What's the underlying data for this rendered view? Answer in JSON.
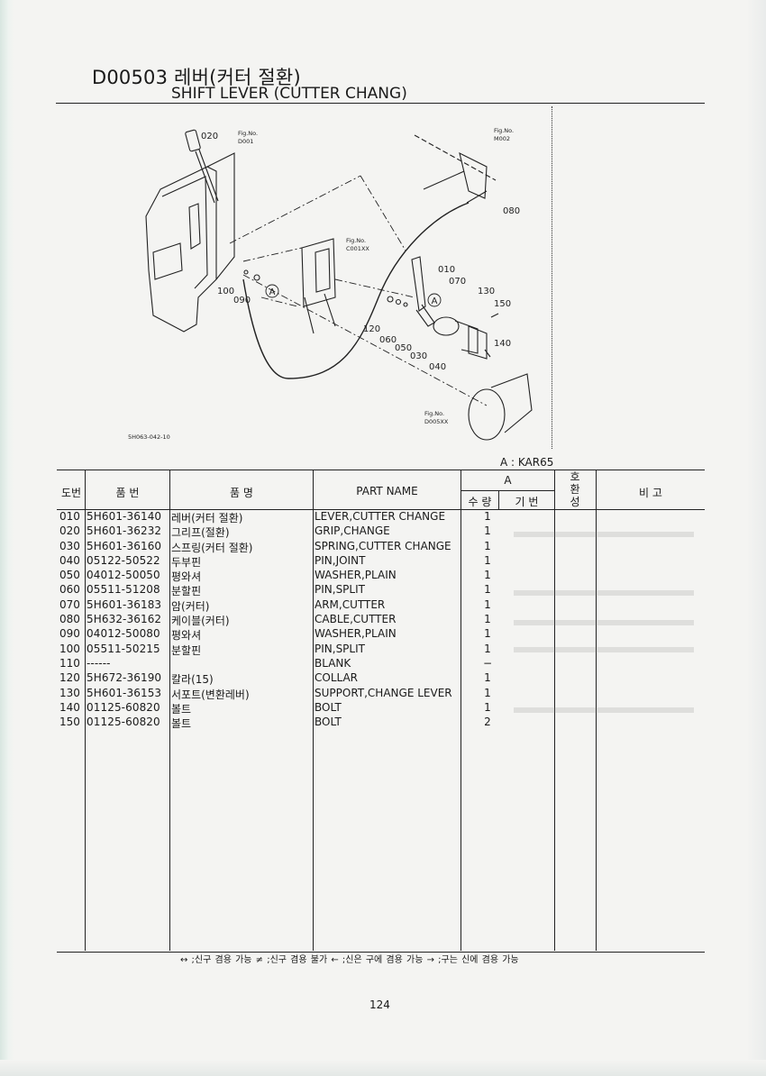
{
  "header": {
    "code_title": "D00503 레버(커터 절환)",
    "subtitle": "SHIFT LEVER (CUTTER CHANG)"
  },
  "diagram": {
    "callouts": [
      "020",
      "080",
      "010",
      "070",
      "130",
      "150",
      "140",
      "120",
      "060",
      "050",
      "030",
      "040",
      "100",
      "090"
    ],
    "fig_refs": [
      {
        "label": "Fig.No.",
        "code": "D001"
      },
      {
        "label": "Fig.No.",
        "code": "M002"
      },
      {
        "label": "Fig.No.",
        "code": "C001XX"
      },
      {
        "label": "Fig.No.",
        "code": "D005XX"
      }
    ],
    "circle_marker": "A",
    "drawing_code": "5H063-042-10"
  },
  "variant": "A : KAR65",
  "table": {
    "headers": {
      "no": "도번",
      "part_no": "품 번",
      "name_kr": "품 명",
      "part_name": "PART NAME",
      "group_a": "A",
      "qty": "수 량",
      "base_no": "기 번",
      "exchange": "호 환 성",
      "remarks": "비 고"
    },
    "rows": [
      {
        "no": "010",
        "part_no": "5H601-36140",
        "name_kr": "레버(커터 절환)",
        "part_name": "LEVER,CUTTER CHANGE",
        "qty": "1"
      },
      {
        "no": "020",
        "part_no": "5H601-36232",
        "name_kr": "그리프(절환)",
        "part_name": "GRIP,CHANGE",
        "qty": "1"
      },
      {
        "no": "030",
        "part_no": "5H601-36160",
        "name_kr": "스프링(커터 절환)",
        "part_name": "SPRING,CUTTER CHANGE",
        "qty": "1"
      },
      {
        "no": "040",
        "part_no": "05122-50522",
        "name_kr": "두부핀",
        "part_name": "PIN,JOINT",
        "qty": "1"
      },
      {
        "no": "050",
        "part_no": "04012-50050",
        "name_kr": "평와셔",
        "part_name": "WASHER,PLAIN",
        "qty": "1"
      },
      {
        "no": "060",
        "part_no": "05511-51208",
        "name_kr": "분할핀",
        "part_name": "PIN,SPLIT",
        "qty": "1"
      },
      {
        "no": "070",
        "part_no": "5H601-36183",
        "name_kr": "암(커터)",
        "part_name": "ARM,CUTTER",
        "qty": "1"
      },
      {
        "no": "080",
        "part_no": "5H632-36162",
        "name_kr": "케이블(커터)",
        "part_name": "CABLE,CUTTER",
        "qty": "1"
      },
      {
        "no": "090",
        "part_no": "04012-50080",
        "name_kr": "평와셔",
        "part_name": "WASHER,PLAIN",
        "qty": "1"
      },
      {
        "no": "100",
        "part_no": "05511-50215",
        "name_kr": "분할핀",
        "part_name": "PIN,SPLIT",
        "qty": "1"
      },
      {
        "no": "110",
        "part_no": "------",
        "name_kr": "",
        "part_name": "BLANK",
        "qty": "−"
      },
      {
        "no": "120",
        "part_no": "5H672-36190",
        "name_kr": "칼라(15)",
        "part_name": "COLLAR",
        "qty": "1"
      },
      {
        "no": "130",
        "part_no": "5H601-36153",
        "name_kr": "서포트(변환레버)",
        "part_name": "SUPPORT,CHANGE LEVER",
        "qty": "1"
      },
      {
        "no": "140",
        "part_no": "01125-60820",
        "name_kr": "볼트",
        "part_name": "BOLT",
        "qty": "1"
      },
      {
        "no": "150",
        "part_no": "01125-60820",
        "name_kr": "볼트",
        "part_name": "BOLT",
        "qty": "2"
      }
    ]
  },
  "legend": "↔ ;신구 겸용 가능    ≠ ;신구 겸용 불가    ← ;신은 구에 겸용 가능    → ;구는 신에 겸용 가능",
  "page_number": "124"
}
